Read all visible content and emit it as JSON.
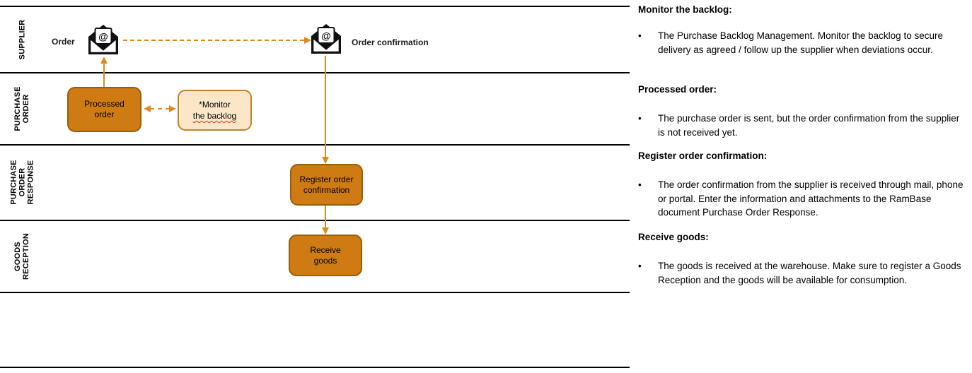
{
  "diagram": {
    "lanes": [
      {
        "label": "SUPPLIER"
      },
      {
        "label": "PURCHASE ORDER"
      },
      {
        "label": "PURCHASE ORDER RESPONSE"
      },
      {
        "label": "GOODS RECEPTION"
      },
      {
        "label": ""
      }
    ],
    "labels": {
      "order": "Order",
      "order_confirmation": "Order confirmation"
    },
    "nodes": {
      "processed_order": {
        "label": "Processed order"
      },
      "monitor_backlog": {
        "line1": "*Monitor",
        "line2": "the backlog"
      },
      "register_order_confirmation": {
        "label": "Register order confirmation"
      },
      "receive_goods": {
        "label": "Receive goods"
      }
    },
    "icons": {
      "email": "open-envelope-with-at-symbol",
      "at_glyph": "@"
    },
    "colors": {
      "task_fill": "#CE7B13",
      "task_border": "#9A5D08",
      "note_fill": "#FBE6C7",
      "note_border": "#BE8329",
      "arrow": "#DE8A1B",
      "lane_line": "#000000",
      "misspell_underline": "#E0382D"
    }
  },
  "notes": {
    "bullet_char": "•",
    "sections": [
      {
        "heading": "Monitor the backlog:",
        "bullet": "The Purchase Backlog Management. Monitor the backlog to secure delivery as agreed / follow up the supplier when deviations occur."
      },
      {
        "heading": "Processed order:",
        "bullet": "The purchase order is sent, but the order confirmation from the supplier is not received yet."
      },
      {
        "heading": "Register order confirmation:",
        "bullet": "The order confirmation from the supplier is received through mail, phone or portal. Enter the information and attachments to the RamBase document Purchase Order Response."
      },
      {
        "heading": "Receive goods:",
        "bullet": "The goods is received at the warehouse. Make sure to register a Goods Reception and the goods will be available for consumption."
      }
    ]
  }
}
